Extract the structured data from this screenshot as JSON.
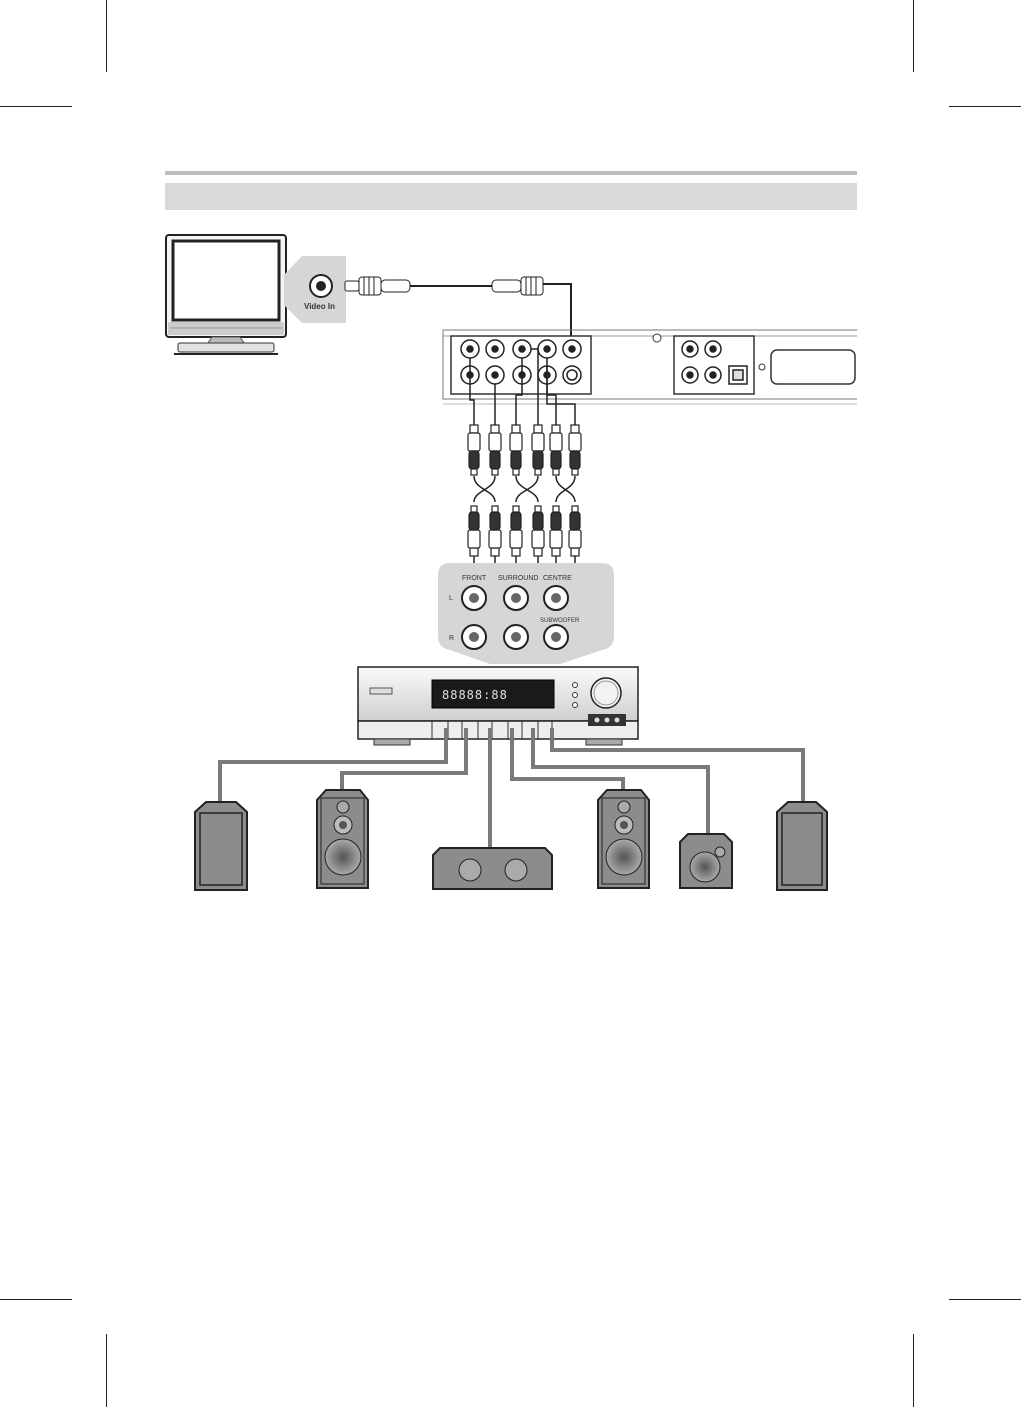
{
  "tv": {
    "video_in_label": "Video In"
  },
  "amp_panel": {
    "front_label": "FRONT",
    "surround_label": "SURROUND",
    "centre_label": "CENTRE",
    "subwoofer_label": "SUBWOOFER",
    "left_label": "L",
    "right_label": "R"
  },
  "receiver": {
    "display_text": "88888:88"
  },
  "colors": {
    "header_bar": "#d9d9d9",
    "top_rule": "#bdbdbd",
    "panel_grey": "#d6d6d6",
    "speaker_grey": "#8c8c8c",
    "cable_grey": "#7a7a7a"
  }
}
